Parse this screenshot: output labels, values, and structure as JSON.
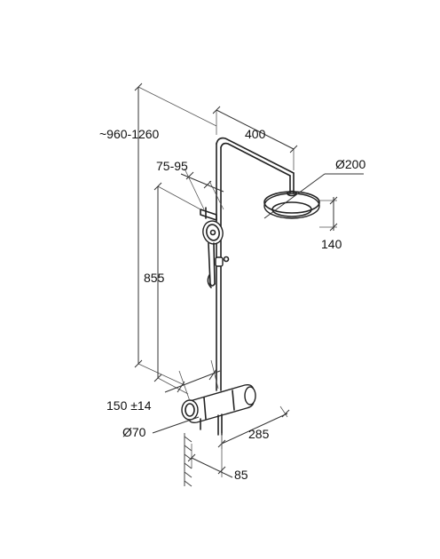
{
  "dimensions": {
    "total_height": "~960-1260",
    "arm_length": "400",
    "head_diameter": "Ø200",
    "head_height": "140",
    "hand_shower_offset": "75-95",
    "rail_height": "855",
    "inlet_spacing": "150 ±14",
    "rosette_diameter": "Ø70",
    "mixer_depth": "285",
    "wall_offset": "85"
  },
  "colors": {
    "line": "#222222",
    "background": "#ffffff"
  }
}
